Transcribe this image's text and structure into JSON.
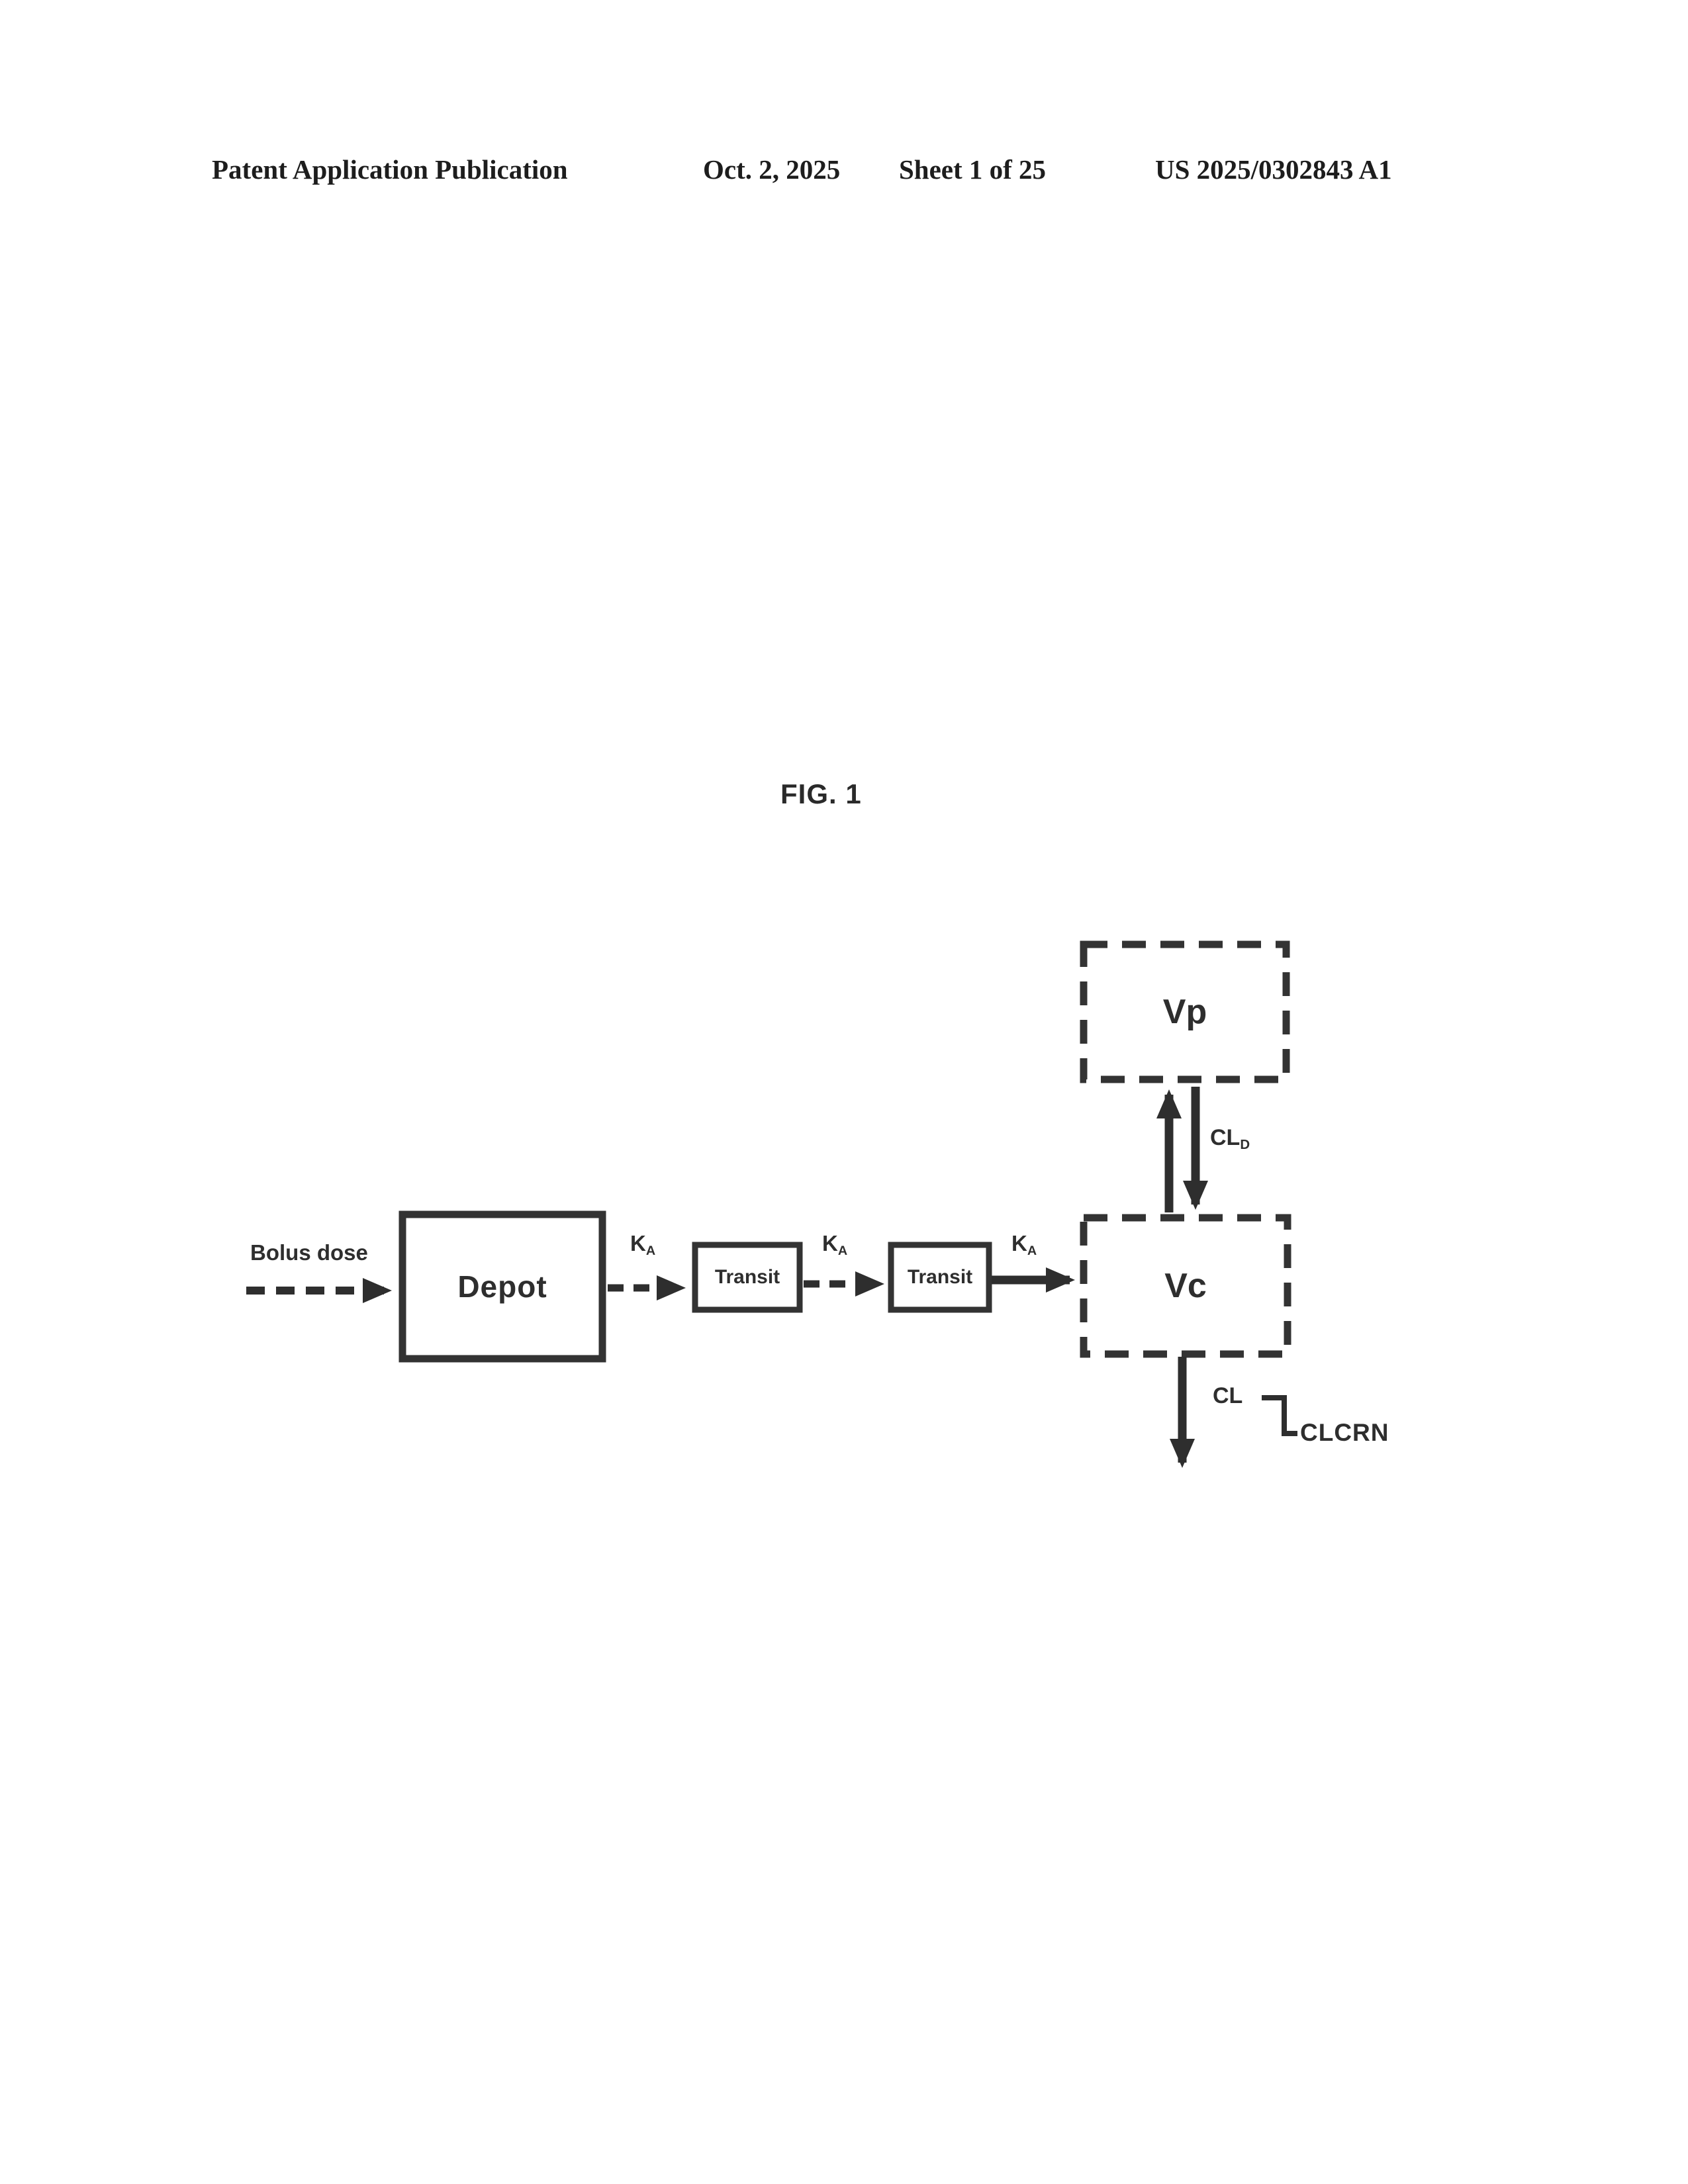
{
  "header": {
    "left": "Patent Application Publication",
    "date": "Oct. 2, 2025",
    "sheet": "Sheet 1 of 25",
    "patent_number": "US 2025/0302843 A1"
  },
  "figure_title": "FIG. 1",
  "diagram": {
    "bolus_dose": "Bolus dose",
    "depot": "Depot",
    "transit_1": "Transit",
    "transit_2": "Transit",
    "vp": "Vp",
    "vc": "Vc",
    "ka": {
      "base": "K",
      "sub": "A"
    },
    "cl_d": {
      "base": "CL",
      "sub": "D"
    },
    "cl": "CL",
    "clcrn": "CLCRN"
  },
  "colors": {
    "ink": "#2e2e2e",
    "background": "#ffffff"
  }
}
